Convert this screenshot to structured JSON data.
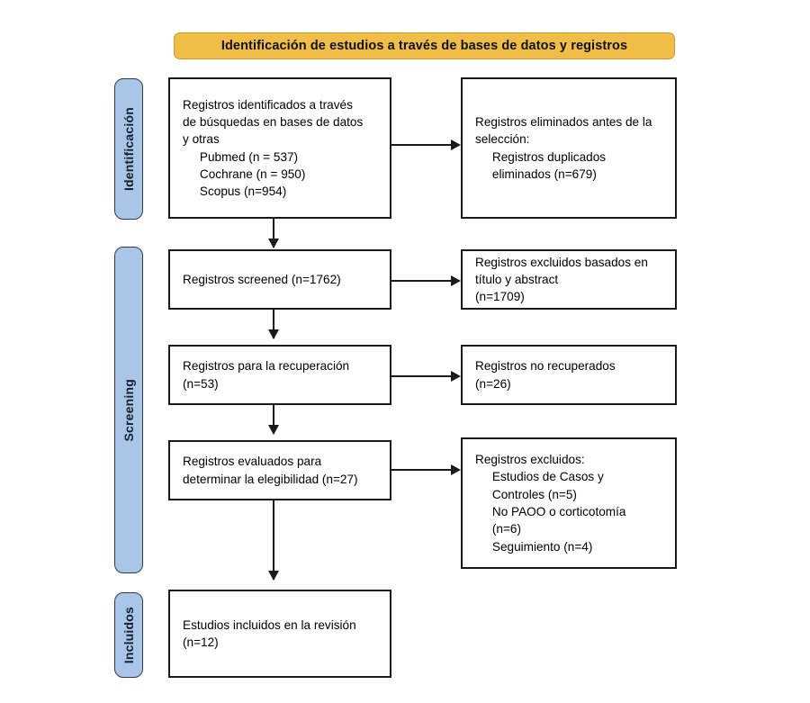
{
  "diagram": {
    "type": "prisma-flow-diagram",
    "language": "es",
    "banner_title": "Identificación de estudios a través de bases de datos y registros",
    "colors": {
      "banner_fill": "#F0BE46",
      "stage_label_fill": "#A9C6E8",
      "stage_label_border": "#2B3A4A",
      "box_border": "#1A1A1A",
      "connector": "#1A1A1A",
      "page_background": "#FFFFFF"
    }
  },
  "stages": [
    {
      "id": "identificacion",
      "label": "Identificación"
    },
    {
      "id": "screening",
      "label": "Screening"
    },
    {
      "id": "incluidos",
      "label": "Incluidos"
    }
  ],
  "boxes": {
    "records_identified": {
      "id": "records-identified",
      "stage": "identificacion",
      "column": "left",
      "text": "Registros identificados a través\nde búsquedas en bases de datos\ny otras\n     Pubmed (n = 537)\n     Cochrane (n = 950)\n     Scopus (n=954)",
      "counts": {
        "Pubmed": 537,
        "Cochrane": 950,
        "Scopus": 954
      }
    },
    "records_removed": {
      "id": "records-removed-before-screening",
      "stage": "identificacion",
      "column": "right",
      "text": "Registros eliminados antes de la\nselección:\n     Registros duplicados\n     eliminados (n=679)",
      "counts": {
        "duplicados_eliminados": 679
      }
    },
    "records_screened": {
      "id": "records-screened",
      "stage": "screening",
      "column": "left",
      "text": "Registros screened (n=1762)",
      "counts": {
        "n": 1762
      }
    },
    "records_excluded_title_abstract": {
      "id": "records-excluded-title-abstract",
      "stage": "screening",
      "column": "right",
      "text": "Registros excluidos basados en\ntítulo y abstract\n(n=1709)",
      "counts": {
        "n": 1709
      }
    },
    "records_sought": {
      "id": "records-sought-for-retrieval",
      "stage": "screening",
      "column": "left",
      "text": "Registros para la recuperación\n(n=53)",
      "counts": {
        "n": 53
      }
    },
    "records_not_retrieved": {
      "id": "records-not-retrieved",
      "stage": "screening",
      "column": "right",
      "text": "Registros no recuperados\n(n=26)",
      "counts": {
        "n": 26
      }
    },
    "records_assessed": {
      "id": "records-assessed-for-eligibility",
      "stage": "screening",
      "column": "left",
      "text": "Registros evaluados para\ndeterminar la elegibilidad (n=27)",
      "counts": {
        "n": 27
      }
    },
    "records_excluded_reasons": {
      "id": "records-excluded-with-reasons",
      "stage": "screening",
      "column": "right",
      "text": "Registros excluidos:\n     Estudios de Casos y\n     Controles (n=5)\n     No PAOO o corticotomía\n     (n=6)\n     Seguimiento (n=4)",
      "counts": {
        "Estudios de Casos y Controles": 5,
        "No PAOO o corticotomia": 6,
        "Seguimiento": 4
      }
    },
    "studies_included": {
      "id": "studies-included-in-review",
      "stage": "incluidos",
      "column": "left",
      "text": "Estudios incluidos en la revisión\n(n=12)",
      "counts": {
        "n": 12
      }
    }
  },
  "connectors": [
    {
      "id": "identified-to-removed",
      "direction": "right"
    },
    {
      "id": "identified-to-screened",
      "direction": "down"
    },
    {
      "id": "screened-to-excluded-title-abstract",
      "direction": "right"
    },
    {
      "id": "screened-to-sought",
      "direction": "down"
    },
    {
      "id": "sought-to-not-retrieved",
      "direction": "right"
    },
    {
      "id": "sought-to-assessed",
      "direction": "down"
    },
    {
      "id": "assessed-to-excluded-reasons",
      "direction": "right"
    },
    {
      "id": "assessed-to-included",
      "direction": "down"
    }
  ]
}
